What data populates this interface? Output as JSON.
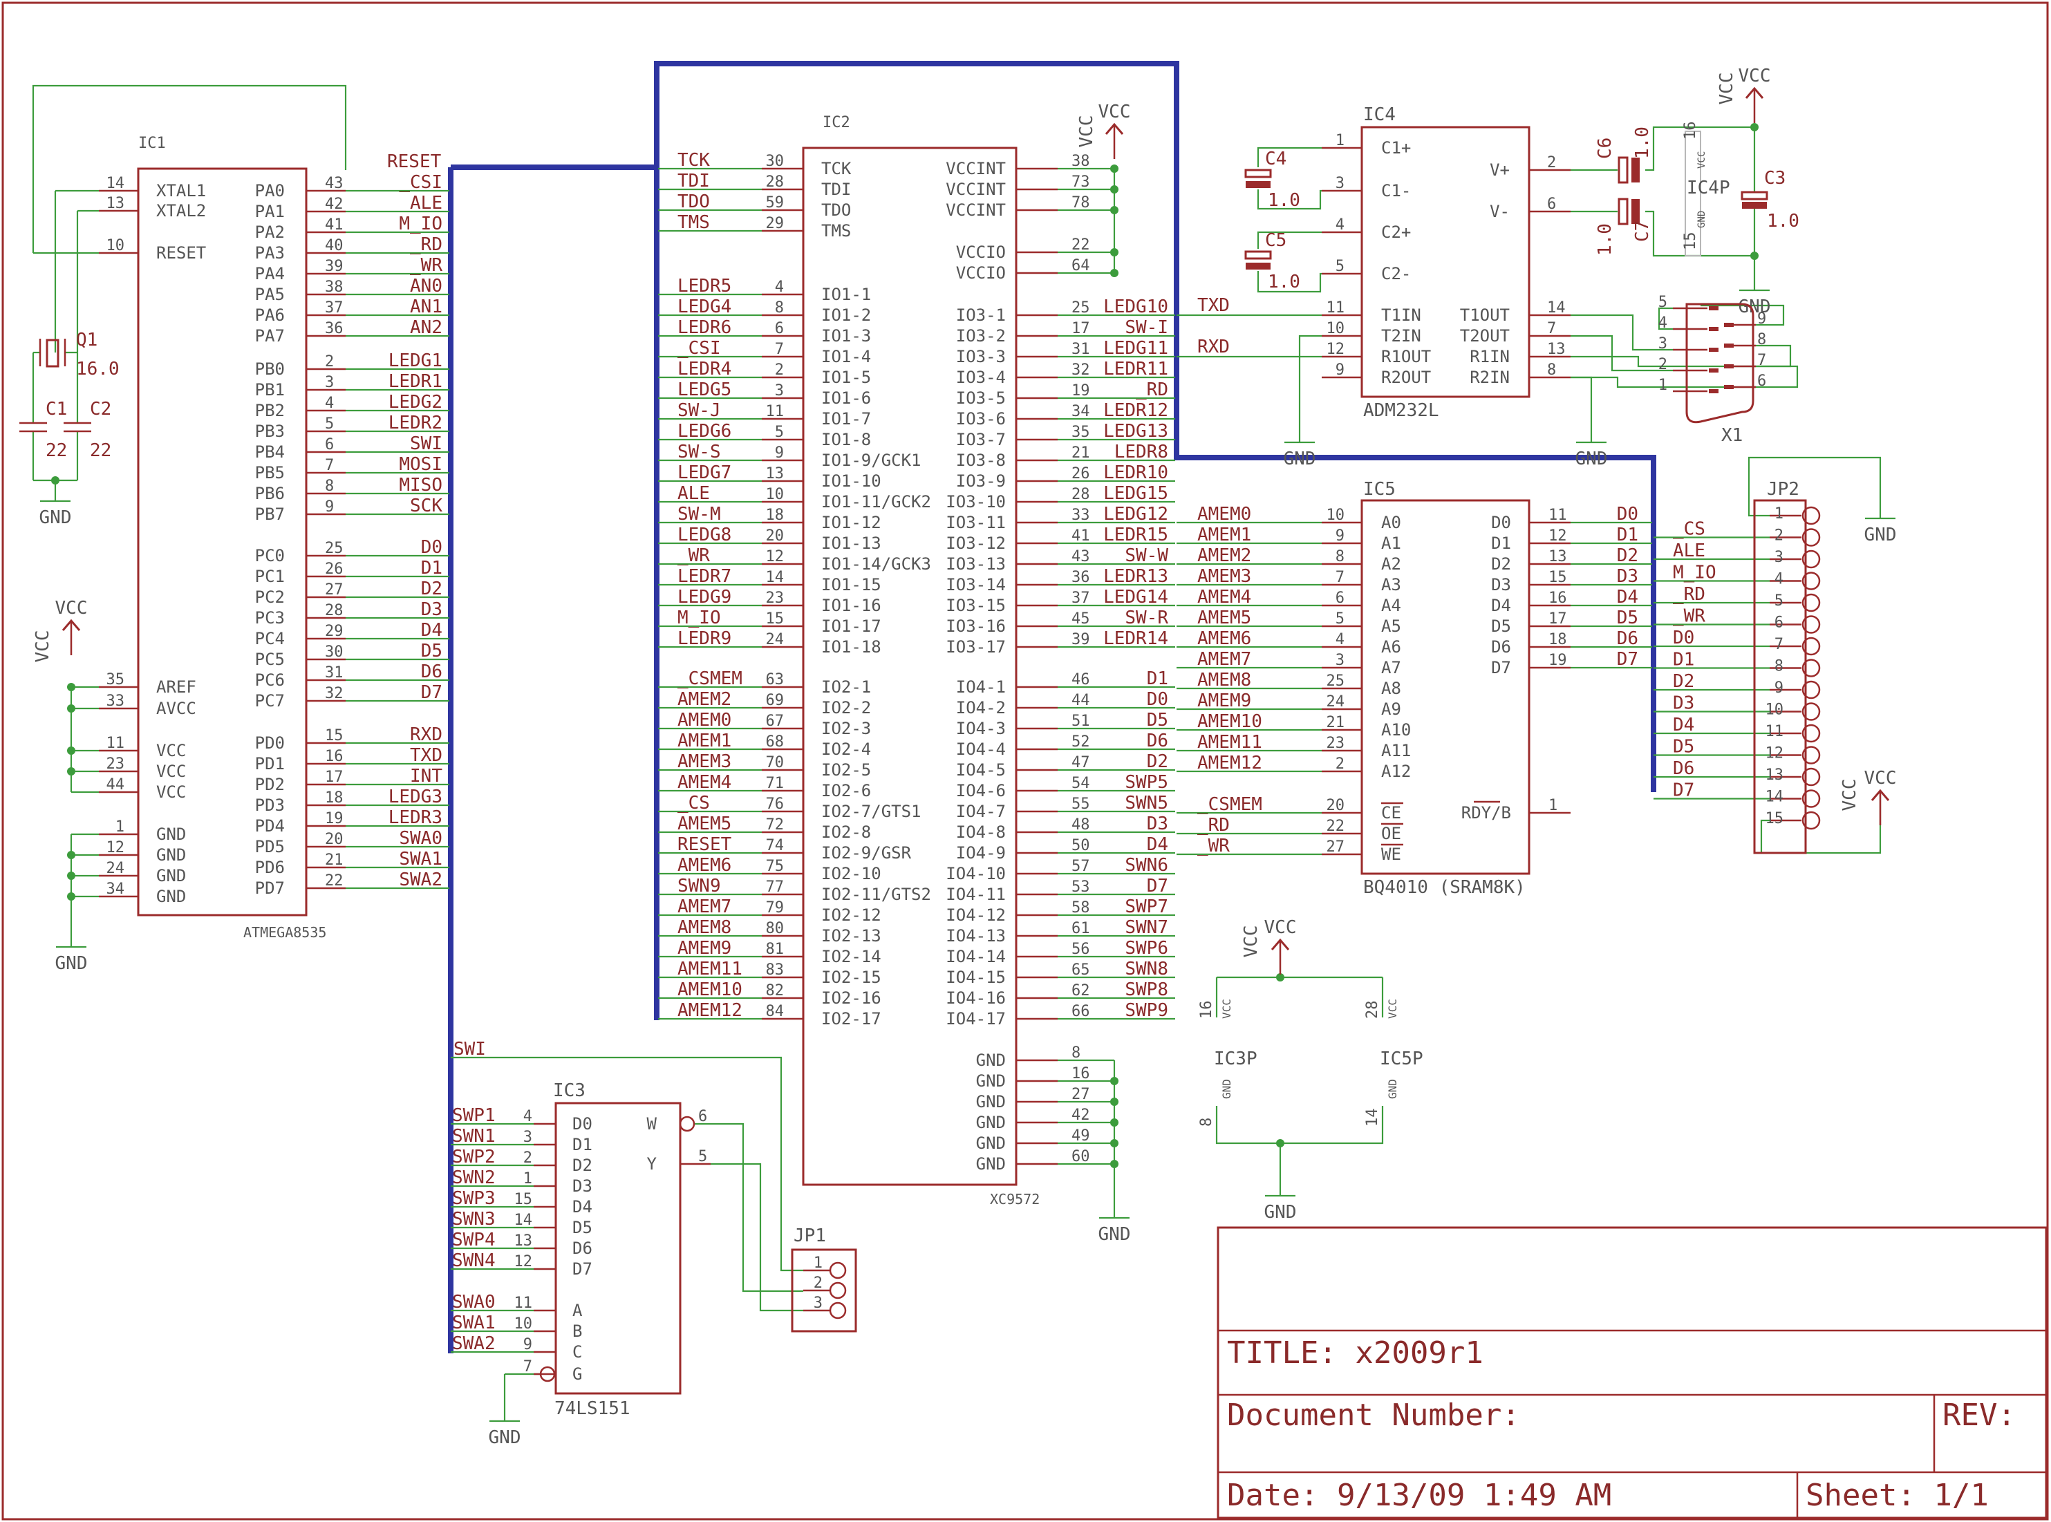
{
  "colors": {
    "wire": "#3c9c3c",
    "part": "#9b2b2b",
    "bus": "#2e35a0",
    "text": "#555555",
    "label": "#8a2a2a"
  },
  "title_block": {
    "title": "TITLE:  x2009r1",
    "doc_number": "Document Number:",
    "rev": "REV:",
    "date": "Date: 9/13/09 1:49 AM",
    "sheet": "Sheet: 1/1"
  },
  "parts": {
    "ic1": {
      "name": "IC1",
      "value": "ATMEGA8535",
      "left": [
        [
          "XTAL1",
          "14"
        ],
        [
          "XTAL2",
          "13"
        ],
        [
          "RESET",
          "10"
        ],
        [
          "AREF",
          "35"
        ],
        [
          "AVCC",
          "33"
        ],
        [
          "VCC",
          "11"
        ],
        [
          "VCC",
          "23"
        ],
        [
          "VCC",
          "44"
        ],
        [
          "GND",
          "1"
        ],
        [
          "GND",
          "12"
        ],
        [
          "GND",
          "24"
        ],
        [
          "GND",
          "34"
        ]
      ],
      "right": [
        [
          "PA0",
          "43",
          "_CSI"
        ],
        [
          "PA1",
          "42",
          "ALE"
        ],
        [
          "PA2",
          "41",
          "M_IO"
        ],
        [
          "PA3",
          "40",
          "_RD"
        ],
        [
          "PA4",
          "39",
          "_WR"
        ],
        [
          "PA5",
          "38",
          "AN0"
        ],
        [
          "PA6",
          "37",
          "AN1"
        ],
        [
          "PA7",
          "36",
          "AN2"
        ],
        [
          "PB0",
          "2",
          "LEDG1"
        ],
        [
          "PB1",
          "3",
          "LEDR1"
        ],
        [
          "PB2",
          "4",
          "LEDG2"
        ],
        [
          "PB3",
          "5",
          "LEDR2"
        ],
        [
          "PB4",
          "6",
          "SWI"
        ],
        [
          "PB5",
          "7",
          "MOSI"
        ],
        [
          "PB6",
          "8",
          "MISO"
        ],
        [
          "PB7",
          "9",
          "SCK"
        ],
        [
          "PC0",
          "25",
          "D0"
        ],
        [
          "PC1",
          "26",
          "D1"
        ],
        [
          "PC2",
          "27",
          "D2"
        ],
        [
          "PC3",
          "28",
          "D3"
        ],
        [
          "PC4",
          "29",
          "D4"
        ],
        [
          "PC5",
          "30",
          "D5"
        ],
        [
          "PC6",
          "31",
          "D6"
        ],
        [
          "PC7",
          "32",
          "D7"
        ],
        [
          "PD0",
          "15",
          "RXD"
        ],
        [
          "PD1",
          "16",
          "TXD"
        ],
        [
          "PD2",
          "17",
          "INT"
        ],
        [
          "PD3",
          "18",
          "LEDG3"
        ],
        [
          "PD4",
          "19",
          "LEDR3"
        ],
        [
          "PD5",
          "20",
          "SWA0"
        ],
        [
          "PD6",
          "21",
          "SWA1"
        ],
        [
          "PD7",
          "22",
          "SWA2"
        ]
      ],
      "reset_net": "RESET"
    },
    "ic2": {
      "name": "IC2",
      "value": "XC9572",
      "left": [
        [
          "TCK",
          "30",
          "TCK"
        ],
        [
          "TDI",
          "28",
          "TDI"
        ],
        [
          "TDO",
          "59",
          "TDO"
        ],
        [
          "TMS",
          "29",
          "TMS"
        ],
        [
          "IO1-1",
          "4",
          "LEDR5"
        ],
        [
          "IO1-2",
          "8",
          "LEDG4"
        ],
        [
          "IO1-3",
          "6",
          "LEDR6"
        ],
        [
          "IO1-4",
          "7",
          "_CSI"
        ],
        [
          "IO1-5",
          "2",
          "LEDR4"
        ],
        [
          "IO1-6",
          "3",
          "LEDG5"
        ],
        [
          "IO1-7",
          "11",
          "SW-J"
        ],
        [
          "IO1-8",
          "5",
          "LEDG6"
        ],
        [
          "IO1-9/GCK1",
          "9",
          "SW-S"
        ],
        [
          "IO1-10",
          "13",
          "LEDG7"
        ],
        [
          "IO1-11/GCK2",
          "10",
          "ALE"
        ],
        [
          "IO1-12",
          "18",
          "SW-M"
        ],
        [
          "IO1-13",
          "20",
          "LEDG8"
        ],
        [
          "IO1-14/GCK3",
          "12",
          "_WR"
        ],
        [
          "IO1-15",
          "14",
          "LEDR7"
        ],
        [
          "IO1-16",
          "23",
          "LEDG9"
        ],
        [
          "IO1-17",
          "15",
          "M_IO"
        ],
        [
          "IO1-18",
          "24",
          "LEDR9"
        ],
        [
          "IO2-1",
          "63",
          "_CSMEM"
        ],
        [
          "IO2-2",
          "69",
          "AMEM2"
        ],
        [
          "IO2-3",
          "67",
          "AMEM0"
        ],
        [
          "IO2-4",
          "68",
          "AMEM1"
        ],
        [
          "IO2-5",
          "70",
          "AMEM3"
        ],
        [
          "IO2-6",
          "71",
          "AMEM4"
        ],
        [
          "IO2-7/GTS1",
          "76",
          "_CS"
        ],
        [
          "IO2-8",
          "72",
          "AMEM5"
        ],
        [
          "IO2-9/GSR",
          "74",
          "RESET"
        ],
        [
          "IO2-10",
          "75",
          "AMEM6"
        ],
        [
          "IO2-11/GTS2",
          "77",
          "SWN9"
        ],
        [
          "IO2-12",
          "79",
          "AMEM7"
        ],
        [
          "IO2-13",
          "80",
          "AMEM8"
        ],
        [
          "IO2-14",
          "81",
          "AMEM9"
        ],
        [
          "IO2-15",
          "83",
          "AMEM11"
        ],
        [
          "IO2-16",
          "82",
          "AMEM10"
        ],
        [
          "IO2-17",
          "84",
          "AMEM12"
        ]
      ],
      "right": [
        [
          "VCCINT",
          "38",
          ""
        ],
        [
          "VCCINT",
          "73",
          ""
        ],
        [
          "VCCINT",
          "78",
          ""
        ],
        [
          "VCCIO",
          "22",
          ""
        ],
        [
          "VCCIO",
          "64",
          ""
        ],
        [
          "IO3-1",
          "25",
          "LEDG10"
        ],
        [
          "IO3-2",
          "17",
          "SW-I"
        ],
        [
          "IO3-3",
          "31",
          "LEDG11"
        ],
        [
          "IO3-4",
          "32",
          "LEDR11"
        ],
        [
          "IO3-5",
          "19",
          "_RD"
        ],
        [
          "IO3-6",
          "34",
          "LEDR12"
        ],
        [
          "IO3-7",
          "35",
          "LEDG13"
        ],
        [
          "IO3-8",
          "21",
          "LEDR8"
        ],
        [
          "IO3-9",
          "26",
          "LEDR10"
        ],
        [
          "IO3-10",
          "28",
          "LEDG15"
        ],
        [
          "IO3-11",
          "33",
          "LEDG12"
        ],
        [
          "IO3-12",
          "41",
          "LEDR15"
        ],
        [
          "IO3-13",
          "43",
          "SW-W"
        ],
        [
          "IO3-14",
          "36",
          "LEDR13"
        ],
        [
          "IO3-15",
          "37",
          "LEDG14"
        ],
        [
          "IO3-16",
          "45",
          "SW-R"
        ],
        [
          "IO3-17",
          "39",
          "LEDR14"
        ],
        [
          "IO4-1",
          "46",
          "D1"
        ],
        [
          "IO4-2",
          "44",
          "D0"
        ],
        [
          "IO4-3",
          "51",
          "D5"
        ],
        [
          "IO4-4",
          "52",
          "D6"
        ],
        [
          "IO4-5",
          "47",
          "D2"
        ],
        [
          "IO4-6",
          "54",
          "SWP5"
        ],
        [
          "IO4-7",
          "55",
          "SWN5"
        ],
        [
          "IO4-8",
          "48",
          "D3"
        ],
        [
          "IO4-9",
          "50",
          "D4"
        ],
        [
          "IO4-10",
          "57",
          "SWN6"
        ],
        [
          "IO4-11",
          "53",
          "D7"
        ],
        [
          "IO4-12",
          "58",
          "SWP7"
        ],
        [
          "IO4-13",
          "61",
          "SWN7"
        ],
        [
          "IO4-14",
          "56",
          "SWP6"
        ],
        [
          "IO4-15",
          "65",
          "SWN8"
        ],
        [
          "IO4-16",
          "62",
          "SWP8"
        ],
        [
          "IO4-17",
          "66",
          "SWP9"
        ],
        [
          "GND",
          "8",
          ""
        ],
        [
          "GND",
          "16",
          ""
        ],
        [
          "GND",
          "27",
          ""
        ],
        [
          "GND",
          "42",
          ""
        ],
        [
          "GND",
          "49",
          ""
        ],
        [
          "GND",
          "60",
          ""
        ]
      ]
    },
    "ic3": {
      "name": "IC3",
      "value": "74LS151",
      "left": [
        [
          "D0",
          "4",
          "SWP1"
        ],
        [
          "D1",
          "3",
          "SWN1"
        ],
        [
          "D2",
          "2",
          "SWP2"
        ],
        [
          "D3",
          "1",
          "SWN2"
        ],
        [
          "D4",
          "15",
          "SWP3"
        ],
        [
          "D5",
          "14",
          "SWN3"
        ],
        [
          "D6",
          "13",
          "SWP4"
        ],
        [
          "D7",
          "12",
          "SWN4"
        ],
        [
          "A",
          "11",
          "SWA0"
        ],
        [
          "B",
          "10",
          "SWA1"
        ],
        [
          "C",
          "9",
          "SWA2"
        ],
        [
          "G",
          "7",
          ""
        ]
      ],
      "right": [
        [
          "W",
          "6"
        ],
        [
          "Y",
          "5"
        ]
      ],
      "swi_net": "SWI"
    },
    "ic4": {
      "name": "IC4",
      "value": "ADM232L",
      "left": [
        [
          "C1+",
          "1"
        ],
        [
          "C1-",
          "3"
        ],
        [
          "C2+",
          "4"
        ],
        [
          "C2-",
          "5"
        ],
        [
          "T1IN",
          "11"
        ],
        [
          "T2IN",
          "10"
        ],
        [
          "R1OUT",
          "12"
        ],
        [
          "R2OUT",
          "9"
        ]
      ],
      "right": [
        [
          "V+",
          "2"
        ],
        [
          "V-",
          "6"
        ],
        [
          "T1OUT",
          "14"
        ],
        [
          "T2OUT",
          "7"
        ],
        [
          "R1IN",
          "13"
        ],
        [
          "R2IN",
          "8"
        ]
      ],
      "nets": [
        "TXD",
        "RXD"
      ],
      "power": {
        "name": "IC4P",
        "vcc_pin": "16",
        "gnd_pin": "15",
        "vcc": "VCC",
        "gnd": "GND"
      }
    },
    "ic5": {
      "name": "IC5",
      "value": "BQ4010 (SRAM8K)",
      "left": [
        [
          "A0",
          "10",
          "AMEM0"
        ],
        [
          "A1",
          "9",
          "AMEM1"
        ],
        [
          "A2",
          "8",
          "AMEM2"
        ],
        [
          "A3",
          "7",
          "AMEM3"
        ],
        [
          "A4",
          "6",
          "AMEM4"
        ],
        [
          "A5",
          "5",
          "AMEM5"
        ],
        [
          "A6",
          "4",
          "AMEM6"
        ],
        [
          "A7",
          "3",
          "AMEM7"
        ],
        [
          "A8",
          "25",
          "AMEM8"
        ],
        [
          "A9",
          "24",
          "AMEM9"
        ],
        [
          "A10",
          "21",
          "AMEM10"
        ],
        [
          "A11",
          "23",
          "AMEM11"
        ],
        [
          "A12",
          "2",
          "AMEM12"
        ],
        [
          "CE",
          "20",
          "_CSMEM"
        ],
        [
          "OE",
          "22",
          "_RD"
        ],
        [
          "WE",
          "27",
          "_WR"
        ]
      ],
      "right": [
        [
          "D0",
          "11",
          "D0"
        ],
        [
          "D1",
          "12",
          "D1"
        ],
        [
          "D2",
          "13",
          "D2"
        ],
        [
          "D3",
          "15",
          "D3"
        ],
        [
          "D4",
          "16",
          "D4"
        ],
        [
          "D5",
          "17",
          "D5"
        ],
        [
          "D6",
          "18",
          "D6"
        ],
        [
          "D7",
          "19",
          "D7"
        ],
        [
          "RDY/B",
          "1",
          ""
        ]
      ]
    },
    "power_parts": {
      "ic3p": {
        "name": "IC3P",
        "vcc_pin": "16",
        "gnd_pin": "8"
      },
      "ic5p": {
        "name": "IC5P",
        "vcc_pin": "28",
        "gnd_pin": "14"
      },
      "vcc": "VCC",
      "gnd": "GND"
    },
    "passives": {
      "q1": {
        "name": "Q1",
        "value": "16.0"
      },
      "c1": {
        "name": "C1",
        "value": "22"
      },
      "c2": {
        "name": "C2",
        "value": "22"
      },
      "c3": {
        "name": "C3",
        "value": "1.0"
      },
      "c4": {
        "name": "C4",
        "value": "1.0"
      },
      "c5": {
        "name": "C5",
        "value": "1.0"
      },
      "c6": {
        "name": "C6",
        "value": "1.0"
      },
      "c7": {
        "name": "C7",
        "value": "1.0"
      }
    },
    "x1": {
      "name": "X1",
      "pins": [
        "1",
        "2",
        "3",
        "4",
        "5",
        "6",
        "7",
        "8",
        "9"
      ]
    },
    "jp1": {
      "name": "JP1",
      "pins": [
        "1",
        "2",
        "3"
      ]
    },
    "jp2": {
      "name": "JP2",
      "pins": [
        "1",
        "2",
        "3",
        "4",
        "5",
        "6",
        "7",
        "8",
        "9",
        "10",
        "11",
        "12",
        "13",
        "14",
        "15"
      ],
      "nets": [
        "_CS",
        "ALE",
        "M_IO",
        "_RD",
        "_WR",
        "D0",
        "D1",
        "D2",
        "D3",
        "D4",
        "D5",
        "D6",
        "D7"
      ]
    }
  },
  "symbols": {
    "vcc": "VCC",
    "gnd": "GND"
  }
}
